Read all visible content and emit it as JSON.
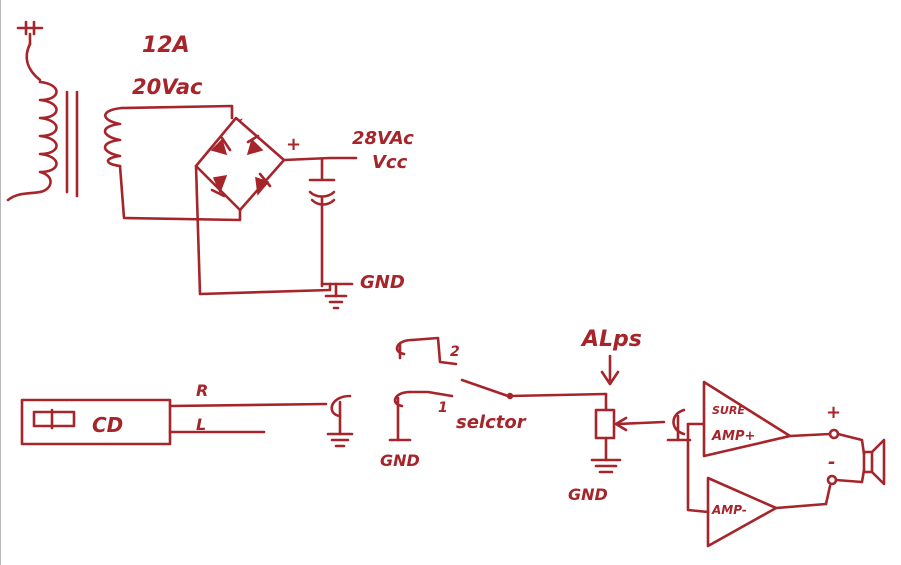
{
  "colors": {
    "ink": "#a5252b",
    "paper": "#ffffff"
  },
  "power_supply": {
    "current": "12A",
    "transformer_secondary": "20Vac",
    "bridge_ac_mark": "~",
    "bridge_plus": "+",
    "output_voltage": "28VAc",
    "output_rail": "Vcc",
    "ground": "GND"
  },
  "signal_chain": {
    "source": "CD",
    "right_channel": "R",
    "left_channel": "L",
    "input_ground": "GND",
    "selector_position_2": "2",
    "selector_position_1": "1",
    "selector": "selctor",
    "volume_pot": "ALps",
    "pot_ground": "GND",
    "amp_positive": "SURE AMP+",
    "amp_negative": "AMP-",
    "speaker_plus": "+",
    "speaker_minus": "-"
  }
}
